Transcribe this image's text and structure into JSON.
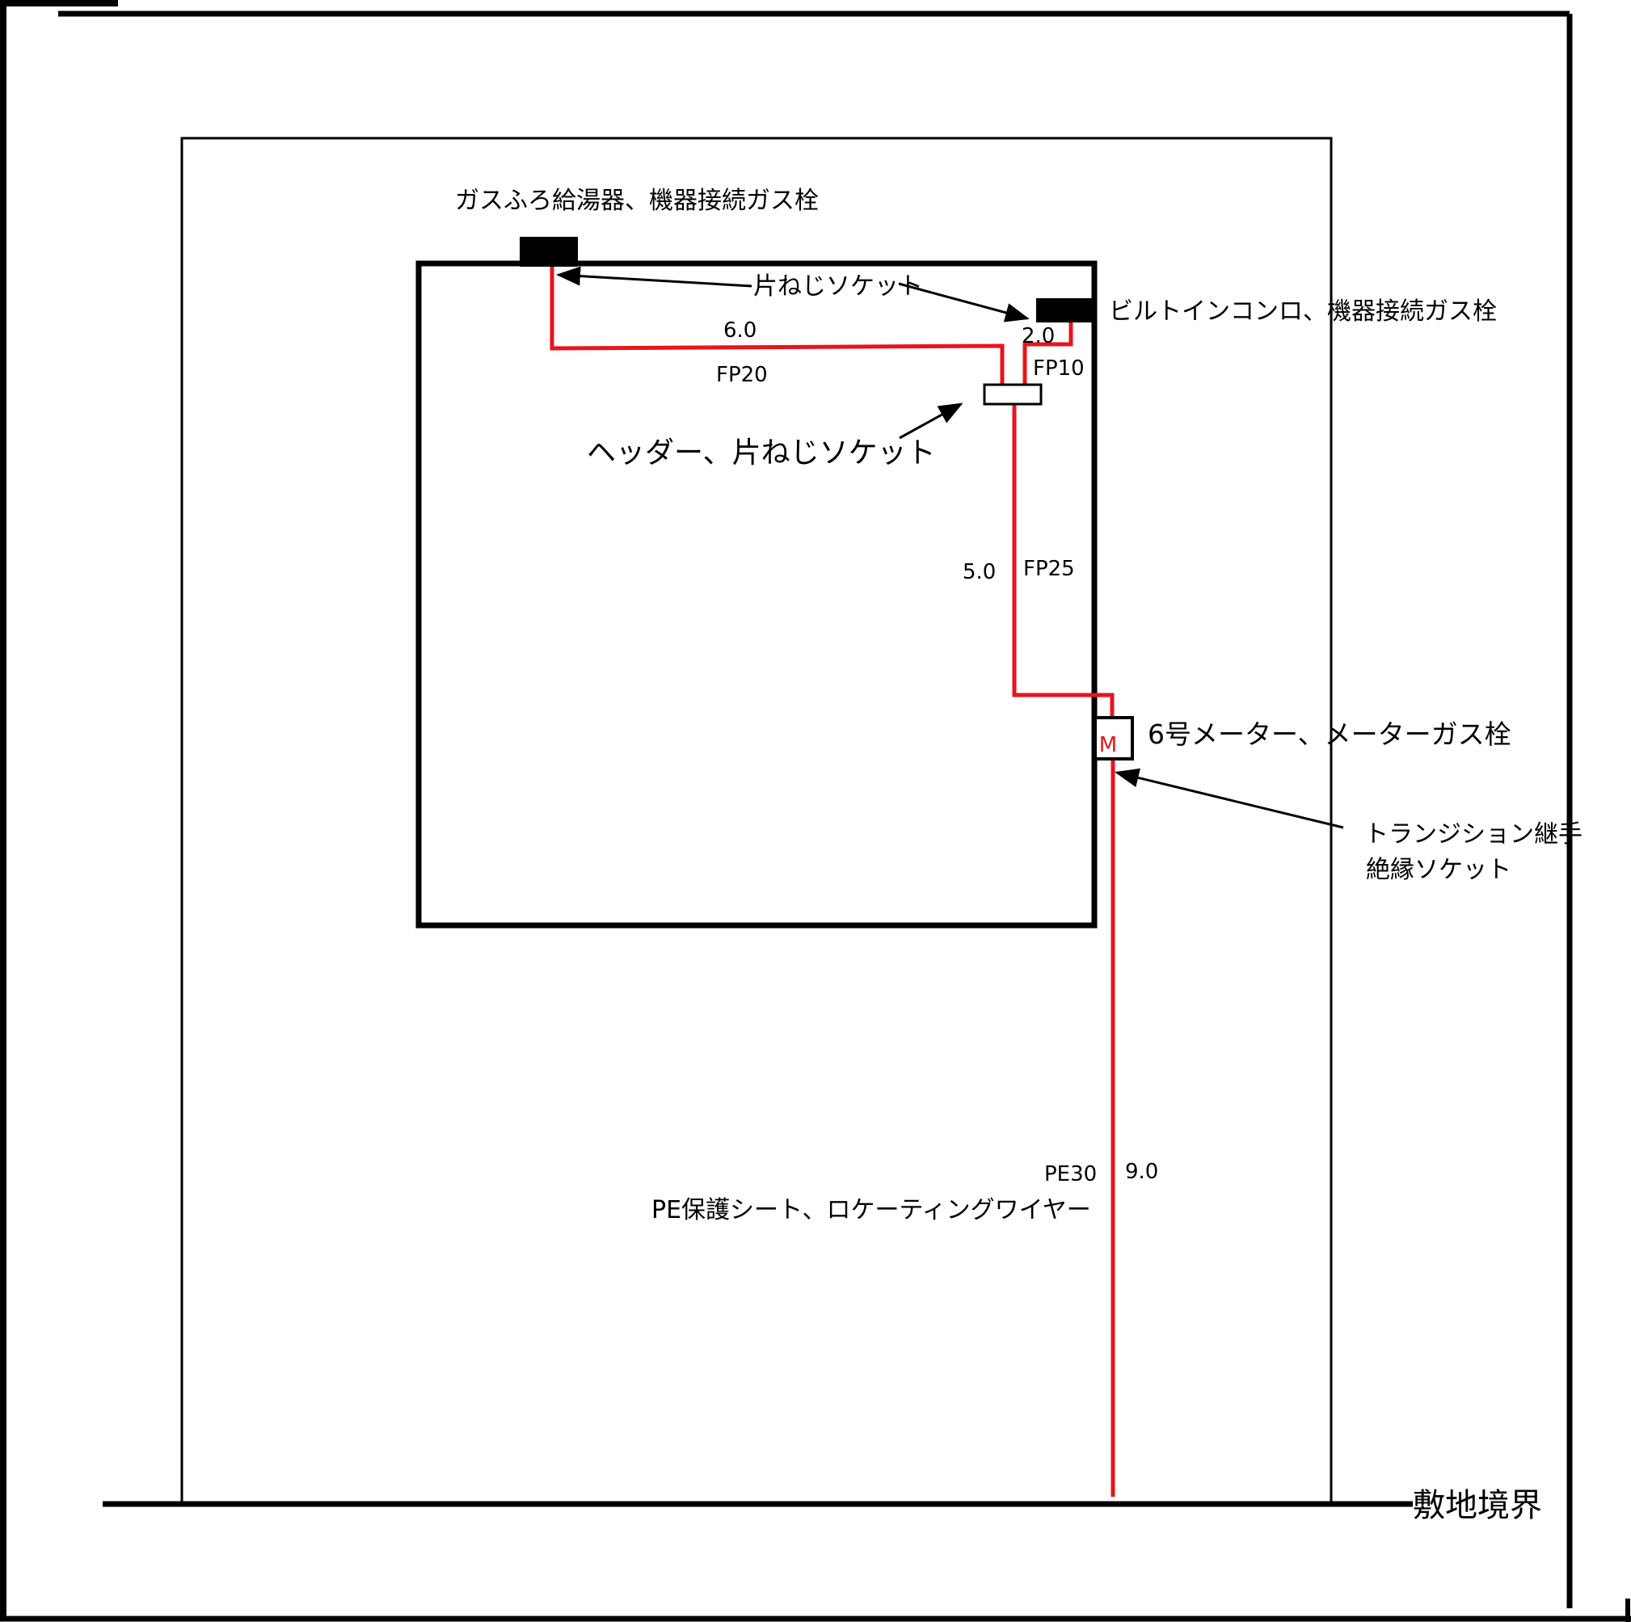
{
  "labels": {
    "water_heater": "ガスふろ給湯器、機器接続ガス栓",
    "single_thread_socket": "片ねじソケット",
    "builtin_stove": "ビルトインコンロ、機器接続ガス栓",
    "header_socket": "ヘッダー、片ねじソケット",
    "meter": "6号メーター、メーターガス栓",
    "transition_line1": "トランジション継手",
    "transition_line2": "絶縁ソケット",
    "pe_sheet": "PE保護シート、ロケーティングワイヤー",
    "boundary": "敷地境界",
    "meter_symbol": "M"
  },
  "pipes": {
    "fp20_length": "6.0",
    "fp20_type": "FP20",
    "fp10_length": "2.0",
    "fp10_type": "FP10",
    "fp25_length": "5.0",
    "fp25_type": "FP25",
    "pe30_type": "PE30",
    "pe30_length": "9.0"
  },
  "colors": {
    "pipe": "#e8141c",
    "line": "#000000"
  }
}
